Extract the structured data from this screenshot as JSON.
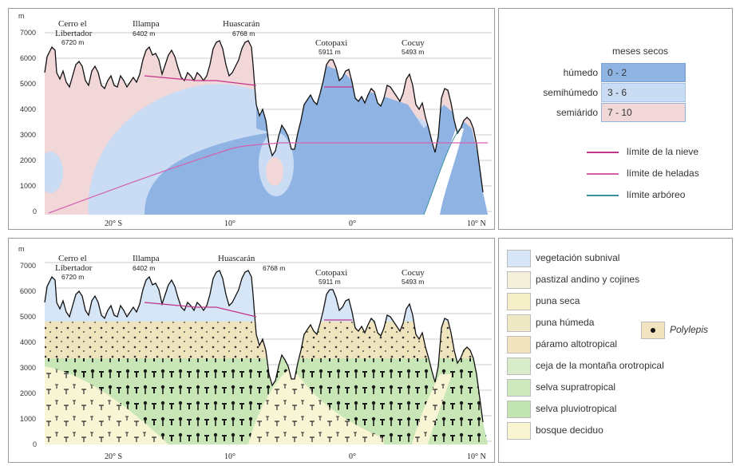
{
  "y_unit": "m",
  "y_ticks": [
    "7000",
    "6000",
    "5000",
    "4000",
    "3000",
    "2000",
    "1000",
    "0"
  ],
  "x_ticks": [
    "20° S",
    "10°",
    "0°",
    "10° N"
  ],
  "peaks": [
    {
      "name_l1": "Cerro el",
      "name_l2": "Libertador",
      "height": "6720 m"
    },
    {
      "name_l1": "Illampa",
      "name_l2": "",
      "height": "6402 m"
    },
    {
      "name_l1": "Huascarán",
      "name_l2": "",
      "height": "6768 m"
    },
    {
      "name_l1": "Cotopaxi",
      "name_l2": "",
      "height": "5911 m"
    },
    {
      "name_l1": "Cocuy",
      "name_l2": "",
      "height": "5493 m"
    }
  ],
  "peaks_bottom_heights": [
    "6720 m",
    "6402 m",
    "6768 m",
    "5911 m",
    "5493 m"
  ],
  "top_legend": {
    "title": "meses secos",
    "classes": [
      {
        "label": "húmedo",
        "range": "0 -  2",
        "color": "#8fb4e3"
      },
      {
        "label": "semihúmedo",
        "range": "3 -  6",
        "color": "#c9dcf3"
      },
      {
        "label": "semiárido",
        "range": "7 - 10",
        "color": "#f1d7d8"
      }
    ],
    "lines": [
      {
        "label": "límite de la nieve",
        "color": "#c2338a"
      },
      {
        "label": "límite de heladas",
        "color": "#d45fb0"
      },
      {
        "label": "límite arbóreo",
        "color": "#3a8fa0"
      }
    ]
  },
  "bottom_legend": {
    "items": [
      {
        "label": "vegetación subnival",
        "color": "#d7e6f6"
      },
      {
        "label": "pastizal andino y cojines",
        "color": "#f3efd8"
      },
      {
        "label": "puna seca",
        "color": "#f6f0c8"
      },
      {
        "label": "puna húmeda",
        "color": "#efe8c4"
      },
      {
        "label": "páramo altotropical",
        "color": "#f1e4bf"
      },
      {
        "label": "ceja de la montaña orotropical",
        "color": "#d8ecc9"
      },
      {
        "label": "selva supratropical",
        "color": "#cde8bd"
      },
      {
        "label": "selva pluviotropical",
        "color": "#c2e3b2"
      },
      {
        "label": "bosque deciduo",
        "color": "#f7f5d2"
      }
    ],
    "extra": "Polylepis"
  }
}
